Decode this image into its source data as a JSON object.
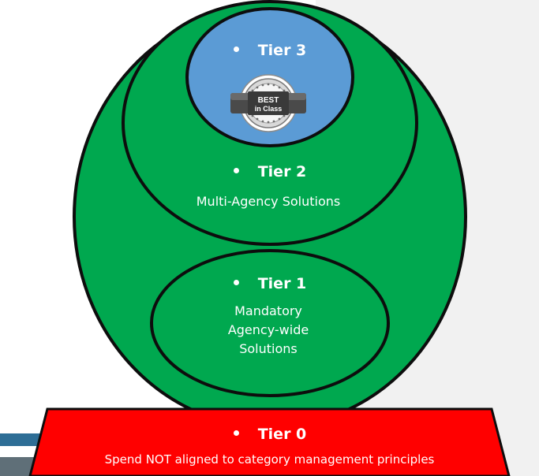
{
  "colors": {
    "tier_green": "#00a84f",
    "tier3_blue": "#5b9bd5",
    "tier0_red": "#ff0000",
    "outline": "#0d0d0d",
    "text": "#ffffff"
  },
  "tier3": {
    "title": "Tier 3",
    "badge": {
      "icon": "best-in-class-badge-icon",
      "line1": "BEST",
      "line2": "in Class"
    }
  },
  "tier2": {
    "title": "Tier 2",
    "description": "Multi-Agency Solutions"
  },
  "tier1": {
    "title": "Tier 1",
    "description_lines": [
      "Mandatory",
      "Agency-wide",
      "Solutions"
    ]
  },
  "tier0": {
    "title": "Tier 0",
    "description": "Spend NOT aligned to category management principles"
  }
}
